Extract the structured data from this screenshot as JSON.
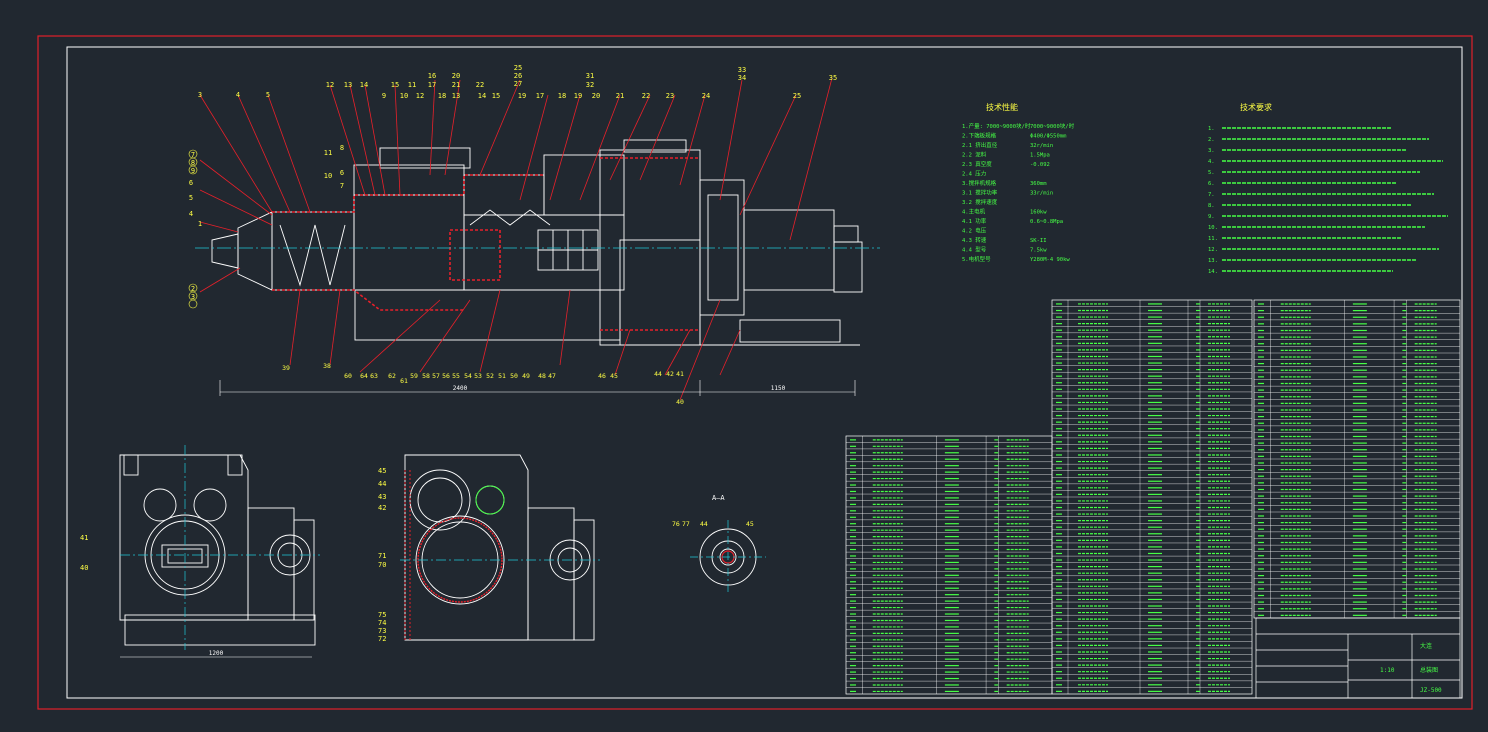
{
  "colors": {
    "background": "#212830",
    "frame": "#e0202a",
    "border": "#ffffff",
    "geometry": "#ffffff",
    "leader": "#e8202a",
    "balloon": "#ffff44",
    "centerline": "#20c8d8",
    "text": "#ffffff",
    "table_text": "#46ff46",
    "accent_green": "#46ff46",
    "accent_magenta": "#ff4cff"
  },
  "balloons_top": [
    "3",
    "4",
    "5",
    "12",
    "13",
    "14",
    "9",
    "15",
    "10",
    "16",
    "12",
    "17",
    "18",
    "11",
    "13",
    "20",
    "21",
    "22",
    "14",
    "15",
    "25",
    "26",
    "27",
    "19",
    "17",
    "18",
    "19",
    "20",
    "31",
    "32",
    "21",
    "22",
    "23",
    "24",
    "33",
    "34",
    "25",
    "35"
  ],
  "balloons_left": [
    "7",
    "8",
    "9",
    "6",
    "5",
    "4",
    "1",
    "2",
    "3"
  ],
  "balloons_bottom": [
    "39",
    "38",
    "60",
    "64",
    "63",
    "62",
    "61",
    "59",
    "58",
    "57",
    "56",
    "55",
    "54",
    "53",
    "52",
    "51",
    "50",
    "49",
    "48",
    "47",
    "46",
    "45",
    "44",
    "42",
    "41",
    "40"
  ],
  "balloons_mid_left": [
    "11",
    "8",
    "10",
    "6",
    "7"
  ],
  "view_label_aa": "A—A",
  "section_balloons": [
    "45",
    "44",
    "43",
    "42",
    "41",
    "40",
    "71",
    "70",
    "75",
    "74",
    "73",
    "72"
  ],
  "aa_balloons": [
    "76",
    "77",
    "44",
    "45"
  ],
  "dims": {
    "overall": "2400",
    "right": "1150",
    "bottom_left": "1200"
  },
  "tech_spec_title": "技术性能",
  "tech_spec_lines": [
    "1.产量: 7000~9000块/时",
    "2.下端板规格",
    "2.1 挤出直径",
    "2.2 泥料",
    "2.3 真空度",
    "2.4 压力",
    "3.搅拌机规格",
    "3.1 搅拌功率",
    "3.2 搅拌速度",
    "4.主电机",
    "4.1 功率",
    "4.2 电压",
    "4.3 转速",
    "4.4 型号",
    "5.电机型号"
  ],
  "tech_spec_values": [
    "7000~9000块/时",
    "Φ400/Φ550mm",
    "32r/min",
    "1.5Mpa",
    "-0.092",
    "",
    "360mm",
    "33r/min",
    "",
    "160kw",
    "0.6~0.8Mpa",
    "",
    "SK-II",
    "7.5kw",
    "Y280M-4 90kw"
  ],
  "tech_req_title": "技术要求",
  "tech_req_lines": [
    "1.",
    "2.",
    "3.",
    "4.",
    "5.",
    "6.",
    "7.",
    "8.",
    "9.",
    "10.",
    "11.",
    "12.",
    "13.",
    "14."
  ],
  "bom_rows": 40,
  "title_block": {
    "company": "大连",
    "drawing_no": "JZ-500",
    "name": "总装图",
    "scale": "1:10"
  }
}
